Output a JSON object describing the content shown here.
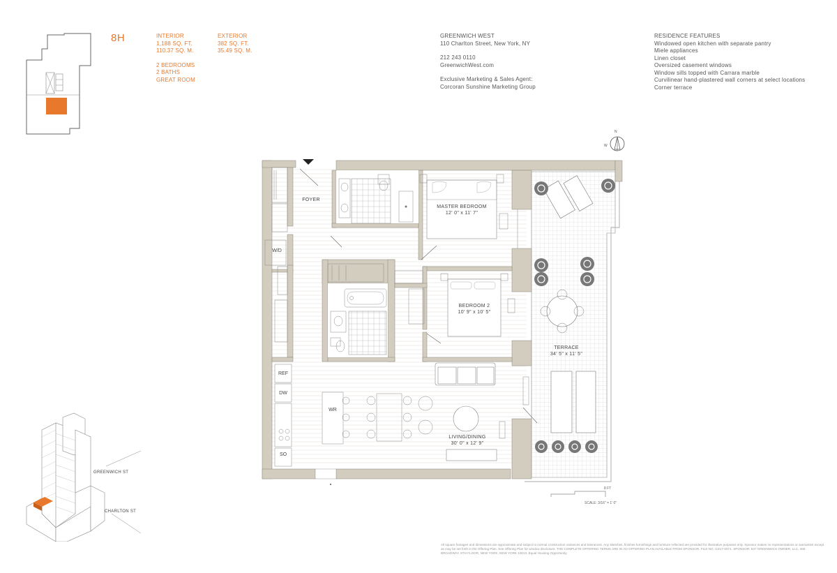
{
  "unit": {
    "id": "8H"
  },
  "interior": {
    "label": "INTERIOR",
    "sqft": "1,188 SQ. FT.",
    "sqm": "110.37 SQ. M."
  },
  "exterior": {
    "label": "EXTERIOR",
    "sqft": "382 SQ. FT.",
    "sqm": "35.49 SQ. M."
  },
  "layout": {
    "bedrooms": "2 BEDROOMS",
    "baths": "2 BATHS",
    "great_room": "GREAT ROOM"
  },
  "building": {
    "name": "GREENWICH WEST",
    "address": "110 Charlton Street, New York, NY",
    "phone": "212 243 0110",
    "website": "GreenwichWest.com",
    "agent_label": "Exclusive Marketing & Sales Agent:",
    "agent_name": "Corcoran Sunshine Marketing Group"
  },
  "features": {
    "title": "RESIDENCE FEATURES",
    "items": [
      "Windowed open kitchen with separate pantry",
      "Miele appliances",
      "Linen closet",
      "Oversized casement windows",
      "Window sills topped with Carrara marble",
      "Curvilinear hand-plastered wall corners at select locations",
      "Corner terrace"
    ]
  },
  "compass": {
    "north": "N",
    "west": "W"
  },
  "rooms": {
    "foyer": "FOYER",
    "master_name": "MASTER BEDROOM",
    "master_dim": "12' 0\" x 11' 7\"",
    "bed2_name": "BEDROOM 2",
    "bed2_dim": "10' 9\" x 10' 5\"",
    "terrace_name": "TERRACE",
    "terrace_dim": "34' 5\" x 11' 5\"",
    "living_name": "LIVING/DINING",
    "living_dim": "30' 0\" x 12' 9\""
  },
  "appliances": {
    "wd": "W/D",
    "ref": "REF",
    "dw": "DW",
    "wr": "WR",
    "so": "SO"
  },
  "streets": {
    "greenwich": "GREENWICH ST",
    "charlton": "CHARLTON ST"
  },
  "scale": {
    "feet": "8 FT",
    "label": "SCALE: 3/16\" = 1' 0\""
  },
  "disclaimer": "All square footages and dimensions are approximate and subject to normal construction variances and tolerances. Any sketches, finishes furnishings and furniture reflected are provided for illustrative purposes only. Sponsor makes no representations or warranties except as may be set forth in the Offering Plan. See Offering Plan for window disclosure. THE COMPLETE OFFERING TERMS ARE IN AN OFFERING PLAN AVAILABLE FROM SPONSOR. FILE NO. CD17-0071. SPONSOR: 537 GREENWICH OWNER, LLC, 460 BROADWAY, 5TH FLOOR, NEW YORK, NEW YORK 10013. Equal Housing Opportunity.",
  "colors": {
    "accent": "#e8782b",
    "wall": "#d3cdbf",
    "text": "#555555"
  }
}
